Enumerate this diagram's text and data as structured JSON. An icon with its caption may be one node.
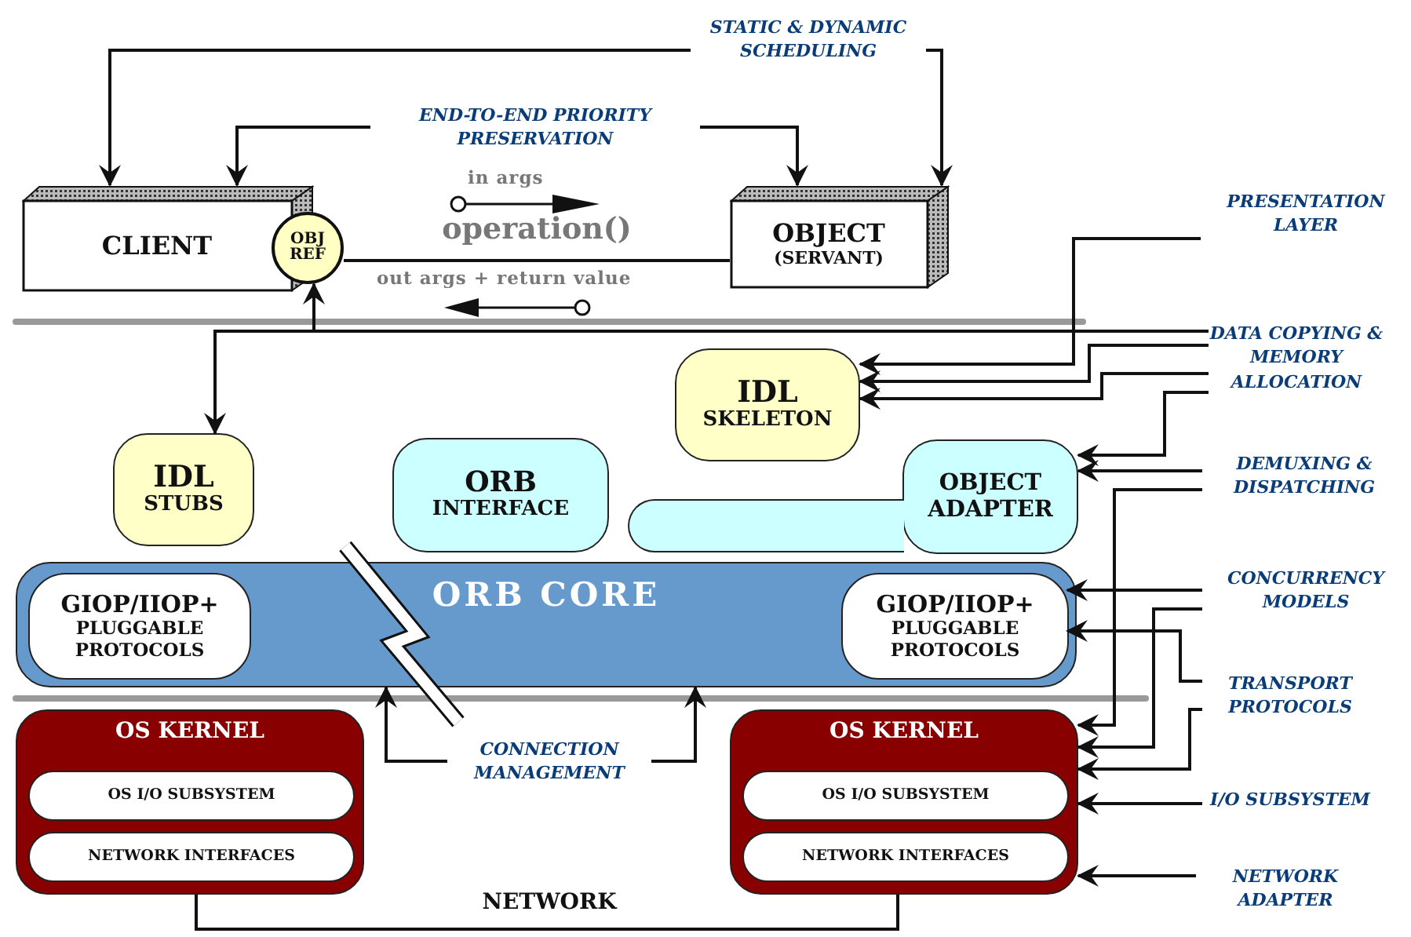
{
  "diagram": {
    "nodes": [
      {
        "text": [
          "CLIENT"
        ]
      },
      {
        "text": [
          "OBJ REF"
        ]
      },
      {
        "text": [
          "OBJECT",
          "(SERVANT)"
        ]
      },
      {
        "text": [
          "STATIC & DYNAMIC SCHEDULING"
        ]
      },
      {
        "text": [
          "END-TO-END PRIORITY PRESERVATION"
        ]
      },
      {
        "text": [
          "IDL",
          "STUBS"
        ]
      },
      {
        "text": [
          "ORB",
          "INTERFACE"
        ]
      },
      {
        "text": [
          "IDL",
          "SKELETON"
        ]
      },
      {
        "text": [
          "OBJECT ADAPTER"
        ]
      },
      {
        "text": [
          "ORB CORE"
        ]
      },
      {
        "text": [
          "GIOP/IIOP+",
          "PLUGGABLE PROTOCOLS"
        ],
        "in": 9
      },
      {
        "text": [
          "GIOP/IIOP+",
          "PLUGGABLE PROTOCOLS"
        ],
        "in": 9
      },
      {
        "text": [
          "OS KERNEL"
        ]
      },
      {
        "text": [
          "OS I/O SUBSYSTEM"
        ],
        "in": 12
      },
      {
        "text": [
          "NETWORK INTERFACES"
        ],
        "in": 12
      },
      {
        "text": [
          "OS KERNEL"
        ]
      },
      {
        "text": [
          "OS I/O SUBSYSTEM"
        ],
        "in": 15
      },
      {
        "text": [
          "NETWORK INTERFACES"
        ],
        "in": 15
      },
      {
        "text": [
          "CONNECTION MANAGEMENT"
        ]
      },
      {
        "text": [
          "PRESENTATION LAYER"
        ]
      },
      {
        "text": [
          "DATA COPYING & MEMORY ALLOCATION"
        ]
      },
      {
        "text": [
          "DEMUXING & DISPATCHING"
        ]
      },
      {
        "text": [
          "CONCURRENCY MODELS"
        ]
      },
      {
        "text": [
          "TRANSPORT PROTOCOLS"
        ]
      },
      {
        "text": [
          "I/O SUBSYSTEM"
        ]
      },
      {
        "text": [
          "NETWORK ADAPTER"
        ]
      },
      {
        "text": [],
        "shape": "bar"
      }
    ],
    "edges": [
      {
        "from": 3,
        "to": 0,
        "arrow": "to"
      },
      {
        "from": 3,
        "to": 2,
        "arrow": "to"
      },
      {
        "from": 4,
        "to": 0,
        "arrow": "to"
      },
      {
        "from": 4,
        "to": 2,
        "arrow": "to"
      },
      {
        "from": 1,
        "to": 2,
        "arrow": "none",
        "label": "operation()"
      },
      {
        "from": 20,
        "to": 5,
        "arrow": "to"
      },
      {
        "from": 20,
        "to": 1,
        "arrow": "to"
      },
      {
        "from": 19,
        "to": 7,
        "arrow": "to"
      },
      {
        "from": 20,
        "to": 7,
        "arrow": "to"
      },
      {
        "from": 20,
        "to": 7,
        "arrow": "to"
      },
      {
        "from": 20,
        "to": 8,
        "arrow": "to"
      },
      {
        "from": 21,
        "to": 8,
        "arrow": "to"
      },
      {
        "from": 21,
        "to": 15,
        "arrow": "to"
      },
      {
        "from": 22,
        "to": 11,
        "arrow": "to"
      },
      {
        "from": 22,
        "to": 15,
        "arrow": "to"
      },
      {
        "from": 23,
        "to": 11,
        "arrow": "to"
      },
      {
        "from": 23,
        "to": 15,
        "arrow": "to"
      },
      {
        "from": 24,
        "to": 15,
        "arrow": "to"
      },
      {
        "from": 25,
        "to": 15,
        "arrow": "to"
      },
      {
        "from": 18,
        "to": 9,
        "arrow": "to"
      },
      {
        "from": 18,
        "to": 9,
        "arrow": "to"
      },
      {
        "from": 12,
        "to": 15,
        "arrow": "none",
        "label": "NETWORK"
      }
    ],
    "labels": [
      "in args",
      "out args + return value"
    ]
  }
}
